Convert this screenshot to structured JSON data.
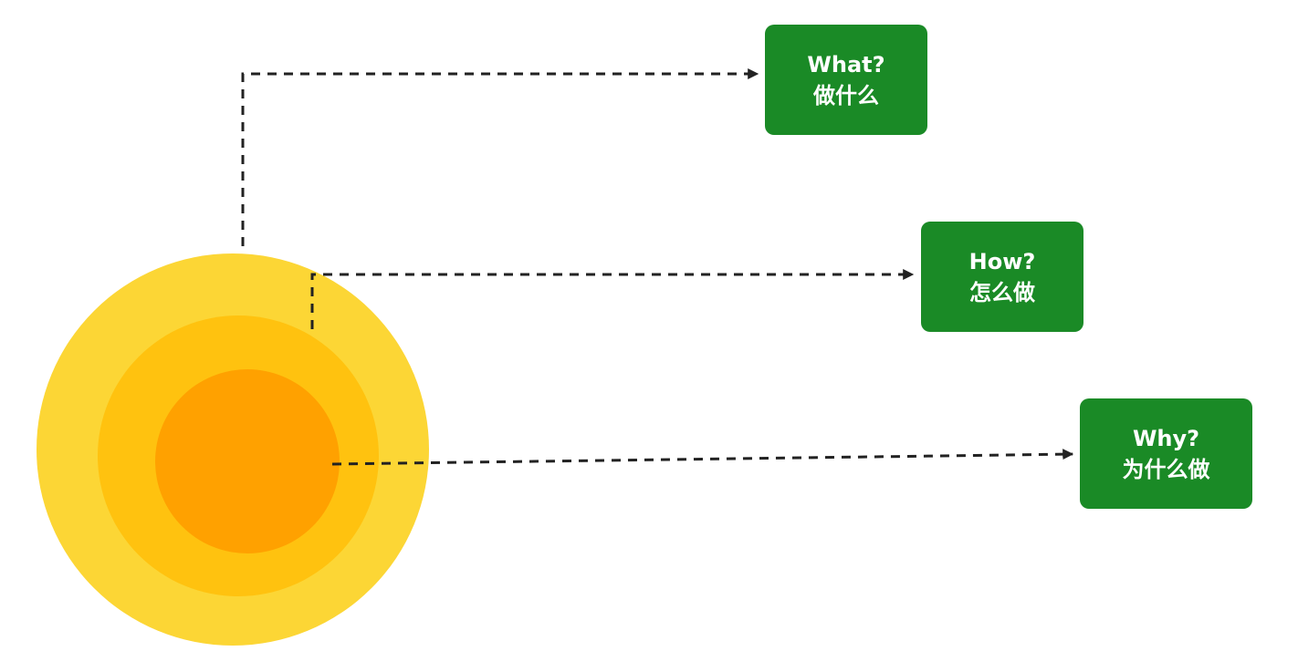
{
  "colors": {
    "outer_ring": "#FCD635",
    "middle_ring": "#FFC20F",
    "inner_core": "#FFA100",
    "box": "#1A8A26",
    "box_text": "#FFFFFF",
    "connector": "#222222"
  },
  "circles": [
    {
      "id": "why",
      "role": "inner"
    },
    {
      "id": "how",
      "role": "middle"
    },
    {
      "id": "what",
      "role": "outer"
    }
  ],
  "labels": {
    "what": {
      "en": "What?",
      "zh": "做什么"
    },
    "how": {
      "en": "How?",
      "zh": "怎么做"
    },
    "why": {
      "en": "Why?",
      "zh": "为什么做"
    }
  }
}
